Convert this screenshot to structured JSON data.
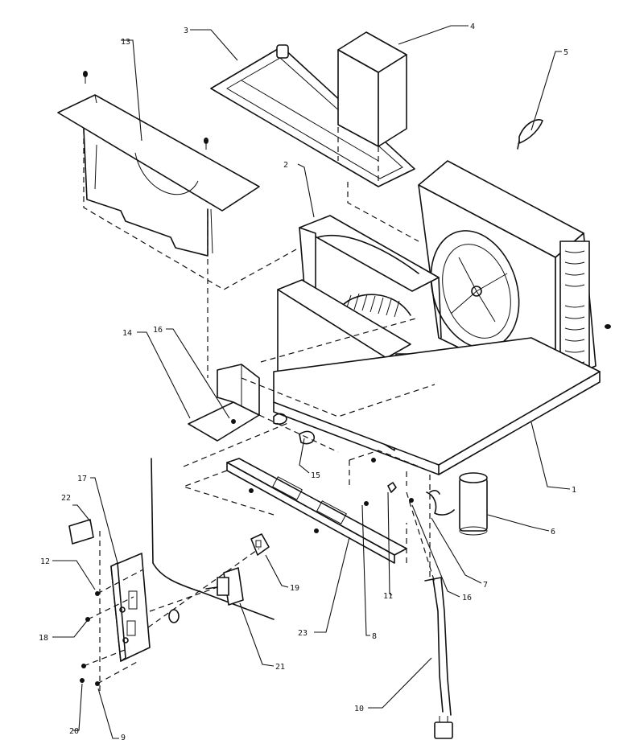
{
  "callouts": {
    "c1": "1",
    "c2": "2",
    "c3": "3",
    "c4": "4",
    "c5": "5",
    "c6": "6",
    "c7": "7",
    "c8": "8",
    "c9": "9",
    "c10": "10",
    "c11": "11",
    "c12": "12",
    "c13": "13",
    "c14": "14",
    "c15": "15",
    "c16a": "16",
    "c16b": "16",
    "c17": "17",
    "c18": "18",
    "c19": "19",
    "c20": "20",
    "c21": "21",
    "c22": "22",
    "c23": "23"
  }
}
